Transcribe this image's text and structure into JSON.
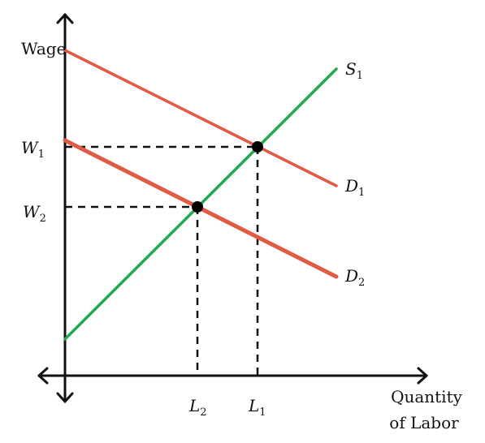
{
  "axes": {
    "y_label": "Wage",
    "x_label_line1": "Quantity",
    "x_label_line2": "of Labor"
  },
  "curves": {
    "supply": {
      "letter": "S",
      "sub": "1",
      "color": "#22aa4a"
    },
    "demand1": {
      "letter": "D",
      "sub": "1",
      "color": "#e05a44"
    },
    "demand2": {
      "letter": "D",
      "sub": "2",
      "color": "#e05a44"
    }
  },
  "wages": {
    "w1": {
      "letter": "W",
      "sub": "1"
    },
    "w2": {
      "letter": "W",
      "sub": "2"
    }
  },
  "quantities": {
    "l1": {
      "letter": "L",
      "sub": "1"
    },
    "l2": {
      "letter": "L",
      "sub": "2"
    }
  },
  "colors": {
    "axis": "#111111",
    "point": "#000000"
  }
}
